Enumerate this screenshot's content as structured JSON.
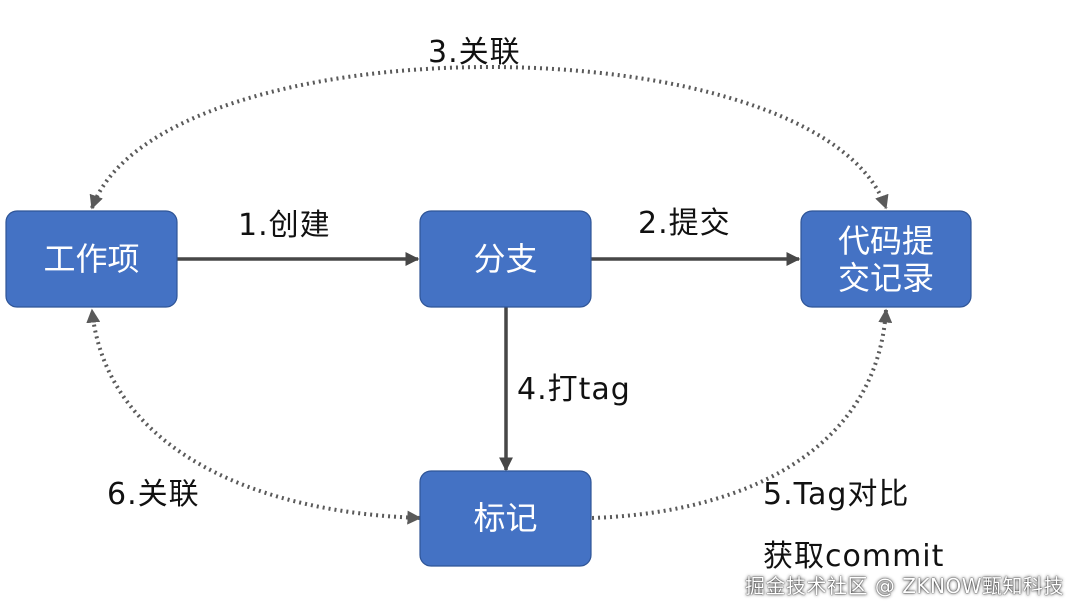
{
  "nodes": {
    "work_item": {
      "label": "工作项"
    },
    "branch": {
      "label": "分支"
    },
    "commit_record": {
      "label_line1": "代码提",
      "label_line2": "交记录"
    },
    "tag": {
      "label": "标记"
    }
  },
  "edges": {
    "create": {
      "label": "1.创建"
    },
    "commit": {
      "label": "2.提交"
    },
    "associate_top": {
      "label": "3.关联"
    },
    "make_tag": {
      "label": "4.打tag"
    },
    "tag_compare": {
      "label_line1": "5.Tag对比",
      "label_line2": "获取commit"
    },
    "associate_bottom": {
      "label": "6.关联"
    }
  },
  "watermark": "掘金技术社区 @ ZKNOW甄知科技",
  "colors": {
    "node_fill": "#4472c4",
    "node_text": "#ffffff",
    "arrow": "#474747"
  }
}
